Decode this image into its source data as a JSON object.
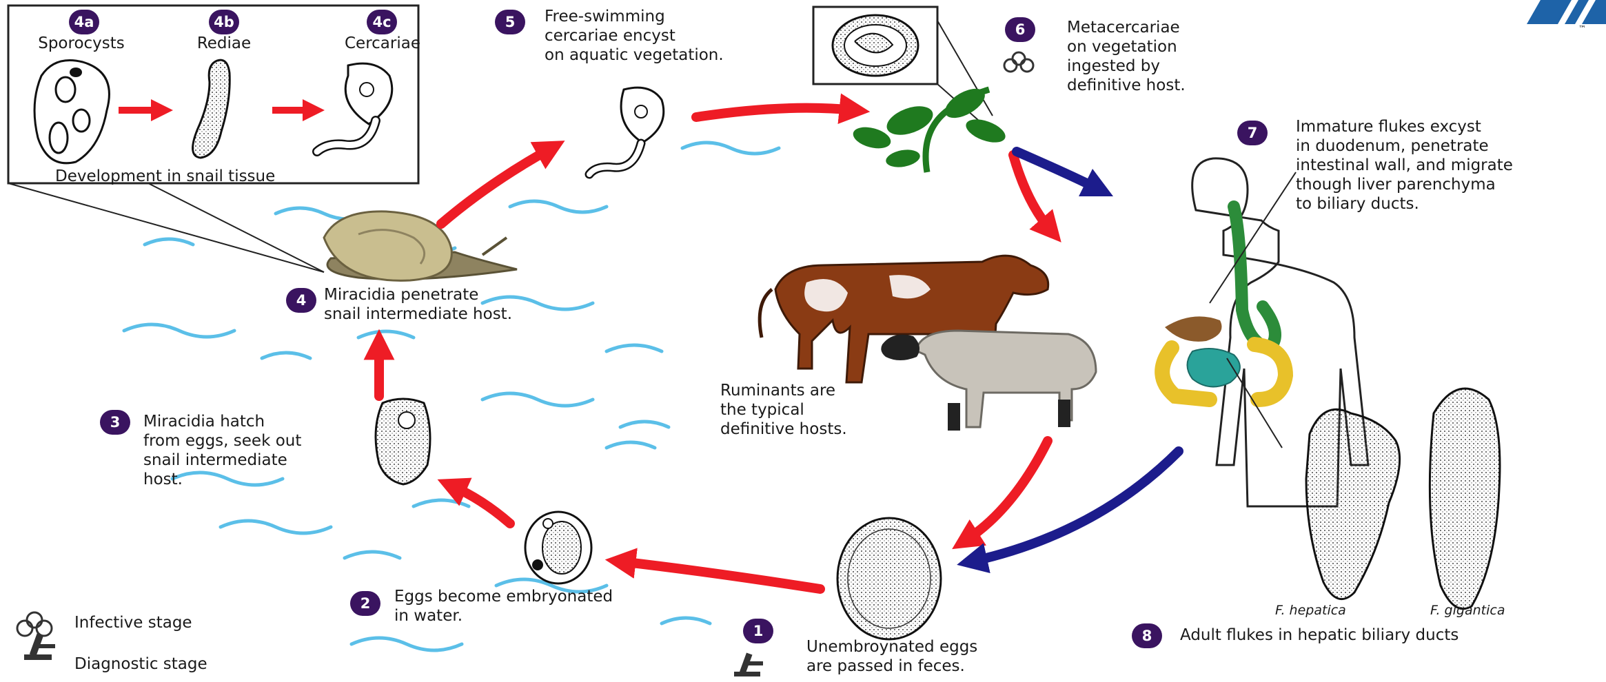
{
  "stages": {
    "s1": {
      "num": "1",
      "text": "Unembroynated eggs\nare passed in feces."
    },
    "s2": {
      "num": "2",
      "text": "Eggs become embryonated\nin water."
    },
    "s3": {
      "num": "3",
      "text": "Miracidia hatch\nfrom eggs, seek out\nsnail intermediate\nhost."
    },
    "s4": {
      "num": "4",
      "text": "Miracidia penetrate\nsnail intermediate host."
    },
    "s4a": {
      "num": "4a",
      "text": "Sporocysts"
    },
    "s4b": {
      "num": "4b",
      "text": "Rediae"
    },
    "s4c": {
      "num": "4c",
      "text": "Cercariae"
    },
    "s5": {
      "num": "5",
      "text": "Free-swimming\ncercariae encyst\non aquatic vegetation."
    },
    "s6": {
      "num": "6",
      "text": "Metacercariae\non vegetation\ningested by\ndefinitive host."
    },
    "s7": {
      "num": "7",
      "text": "Immature flukes excyst\nin duodenum, penetrate\nintestinal wall, and migrate\nthough liver parenchyma\nto biliary ducts."
    },
    "s8": {
      "num": "8",
      "text": "Adult flukes in hepatic biliary ducts"
    }
  },
  "inset_caption": "Development in snail tissue",
  "ruminants_text": "Ruminants are\nthe typical\ndefinitive hosts.",
  "species": {
    "hepatica": "F. hepatica",
    "gigantica": "F. gigantica"
  },
  "legend": {
    "infective": "Infective stage",
    "diagnostic": "Diagnostic stage"
  },
  "logo_tm": "™",
  "colors": {
    "badge": "#3a1460",
    "red_arrow": "#ee1c25",
    "blue_arrow": "#1c1c8c",
    "water": "#5bbfe8"
  }
}
